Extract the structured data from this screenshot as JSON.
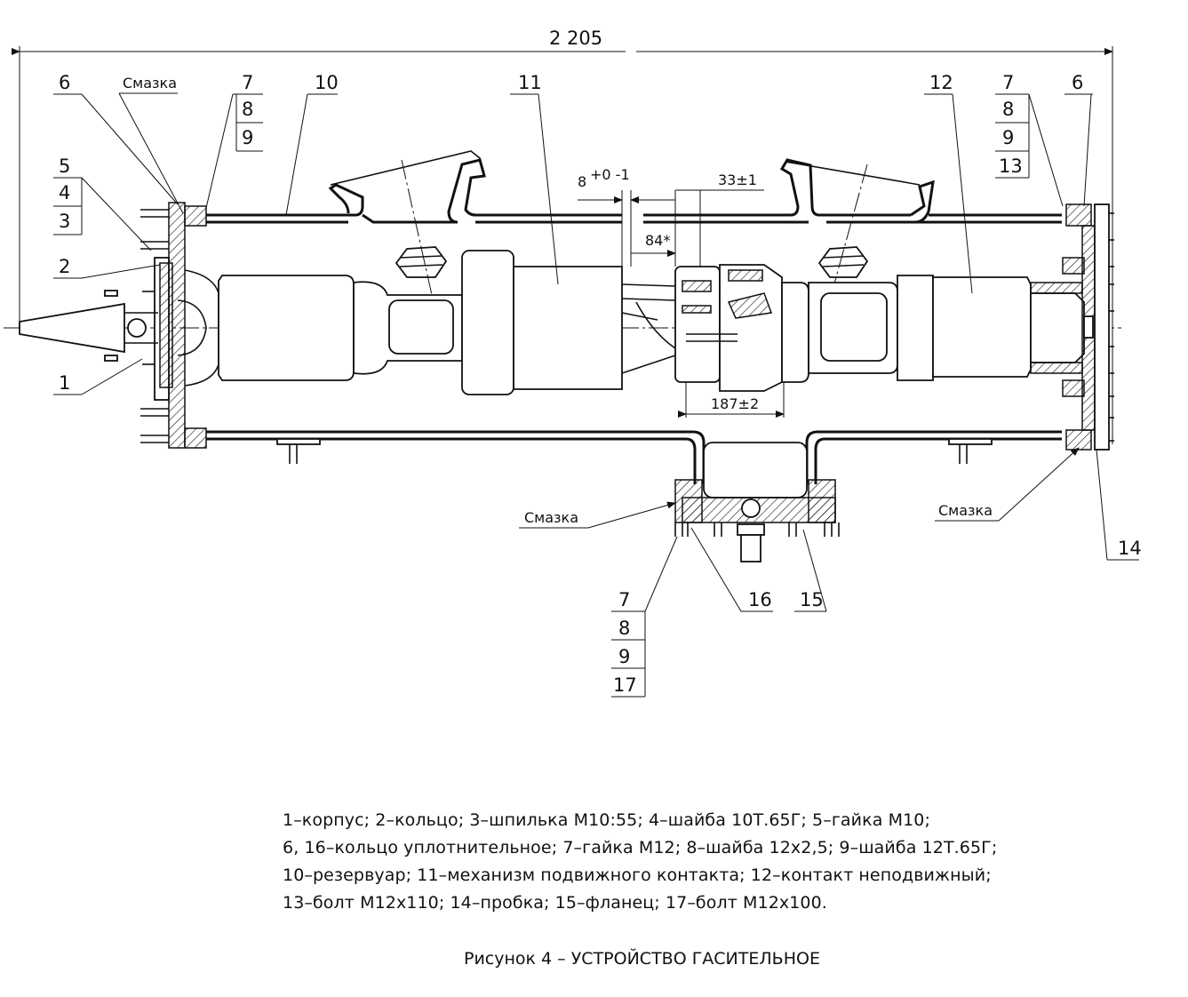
{
  "drawing": {
    "overall_dimension": "2 205",
    "dim_gap": "8",
    "dim_gap_tol": "+0\n-1",
    "dim_33": "33±1",
    "dim_84": "84*",
    "dim_187": "187±2",
    "lubrication_label": "Смазка",
    "part_numbers": {
      "p1": "1",
      "p2": "2",
      "p3": "3",
      "p4": "4",
      "p5": "5",
      "p6": "6",
      "p7": "7",
      "p8": "8",
      "p9": "9",
      "p10": "10",
      "p11": "11",
      "p12": "12",
      "p13": "13",
      "p14": "14",
      "p15": "15",
      "p16": "16",
      "p17": "17"
    }
  },
  "legend": {
    "line1": "1–корпус; 2–кольцо; 3–шпилька М10:55; 4–шайба 10Т.65Г; 5–гайка М10;",
    "line2": "6, 16–кольцо уплотнительное; 7–гайка М12; 8–шайба 12х2,5; 9–шайба 12Т.65Г;",
    "line3": "10–резервуар; 11–механизм подвижного контакта; 12–контакт неподвижный;",
    "line4": "13–болт М12х110; 14–пробка; 15–фланец; 17–болт М12х100."
  },
  "caption": "Рисунок 4 – УСТРОЙСТВО ГАСИТЕЛЬНОЕ"
}
